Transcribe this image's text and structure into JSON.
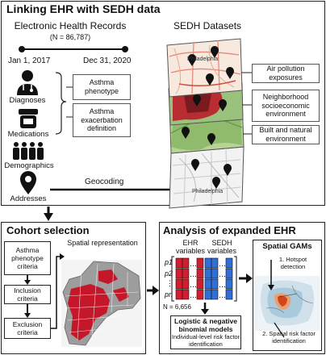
{
  "top": {
    "title": "Linking EHR with SEDH data",
    "ehr_title": "Electronic Health Records",
    "ehr_n": "(N = 86,787)",
    "date_start": "Jan 1, 2017",
    "date_end": "Dec 31, 2020",
    "categories": [
      "Diagnoses",
      "Medications",
      "Demographics",
      "Addresses"
    ],
    "asthma_phenotype": "Asthma phenotype",
    "asthma_exacerbation": "Asthma exacerbation definition",
    "geocoding": "Geocoding",
    "sedh_title": "SEDH Datasets",
    "sedh_layers": [
      "Air pollution exposures",
      "Neighborhood socioeconomic environment",
      "Built and natural environment"
    ],
    "map_city_label": "Philadelphia"
  },
  "cohort": {
    "title": "Cohort selection",
    "steps": [
      "Asthma phenotype criteria",
      "Inclusion criteria",
      "Exclusion criteria"
    ],
    "spatial": "Spatial representation"
  },
  "analysis": {
    "title": "Analysis of expanded EHR",
    "ehr_vars": "EHR variables",
    "sedh_vars": "SEDH variables",
    "row_labels": [
      "p1",
      "p2",
      "⋮",
      "pn"
    ],
    "n": "N = 6,656",
    "models_title": "Logistic & negative binomial models",
    "models_sub": "Individual-level risk factor identification",
    "gams_title": "Spatial GAMs",
    "gam_step1": "1. Hotspot detection",
    "gam_step2": "2. Spatial risk factor identification"
  },
  "colors": {
    "ehr": "#d21f2f",
    "sedh": "#2f6fd6",
    "map_red": "#c4182a"
  }
}
